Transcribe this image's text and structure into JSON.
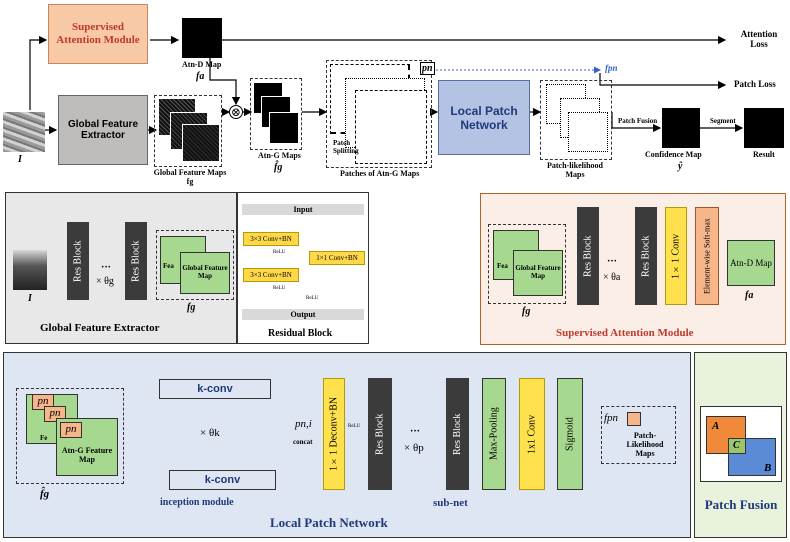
{
  "top": {
    "sam_box": "Supervised Attention Module",
    "atn_d_map": "Atn-D Map",
    "f_a": "fa",
    "attention_loss": "Attention Loss",
    "patch_loss": "Patch Loss",
    "input_I": "I",
    "gfe_box": "Global Feature Extractor",
    "gfm_label": "Global Feature Maps fg",
    "otimes": "⊗",
    "atn_g_maps": "Atn-G Maps",
    "f_hat_g": "f̂g",
    "patch_splitting": "Patch Splitting",
    "patches_label": "Patches of Atn-G Maps",
    "pn": "pn",
    "fpn": "fpn",
    "lpn_box": "Local Patch Network",
    "pl_maps": "Patch-likelihood Maps",
    "patch_fusion": "Patch Fusion",
    "segment": "Segment",
    "confidence_map": "Confidence Map",
    "y_hat": "ŷ",
    "result": "Result"
  },
  "gfe_panel": {
    "title": "Global Feature Extractor",
    "res_block": "Res Block",
    "dots": "···",
    "times_theta": "× θg",
    "fea": "Fea",
    "gfm": "Global Feature Map",
    "I": "I",
    "fg": "fg"
  },
  "res_panel": {
    "title": "Residual Block",
    "input": "Input",
    "output": "Output",
    "conv1": "3×3 Conv+BN",
    "conv2": "3×3 Conv+BN",
    "conv3": "1×1 Conv+BN",
    "relu": "ReLU"
  },
  "sam_panel": {
    "title": "Supervised Attention Module",
    "fea": "Fea",
    "gfm": "Global Feature Map",
    "fg": "fg",
    "res_block": "Res Block",
    "dots": "···",
    "times_theta": "× θa",
    "conv": "1×1 Conv",
    "softmax": "Element-wise Soft-max",
    "atnd": "Atn-D Map",
    "fa": "fa"
  },
  "lpn_panel": {
    "title": "Local Patch Network",
    "pn": "pn",
    "fe": "Fe",
    "atng": "Atn-G Feature Map",
    "f_hat_g": "f̂g",
    "kconv": "k-conv",
    "times_theta_k": "× θk",
    "pni": "pn,i",
    "concat": "concat",
    "deconv": "1×1 Deconv+BN",
    "relu": "ReLU",
    "res_block": "Res Block",
    "dots": "···",
    "times_theta_p": "× θp",
    "maxpool": "Max-Pooling",
    "conv": "1x1 Conv",
    "sigmoid": "Sigmoid",
    "fpn": "fpn",
    "pl_maps": "Patch-Likelihood Maps",
    "inception": "inception module",
    "subnet": "sub-net"
  },
  "fusion_panel": {
    "title": "Patch Fusion",
    "A": "A",
    "B": "B",
    "C": "C"
  },
  "colors": {
    "sam_orange": "#f7c9a6",
    "gfe_gray": "#bfbcbc",
    "lpn_blue": "#b4c3e4",
    "panel_peach": "#fbeee6",
    "panel_blue": "#dfe6f3",
    "panel_green": "#e8f2dc",
    "green_box": "#a6d98f",
    "yellow_box": "#ffe14d",
    "dark_box": "#3b3b3b"
  }
}
